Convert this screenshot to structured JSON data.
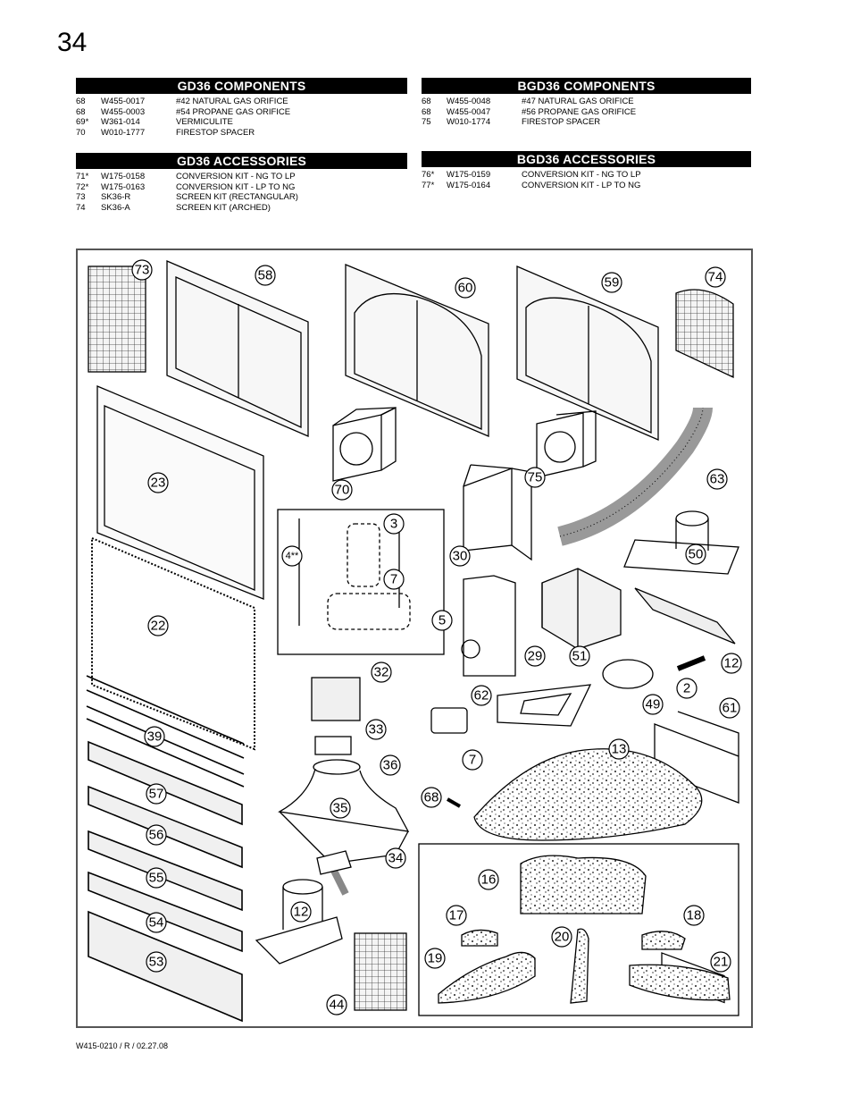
{
  "page_number": "34",
  "gd36_components": {
    "title": "GD36 COMPONENTS",
    "items": [
      {
        "num": "68",
        "code": "W455-0017",
        "desc": "#42 NATURAL GAS ORIFICE"
      },
      {
        "num": "68",
        "code": "W455-0003",
        "desc": "#54 PROPANE GAS ORIFICE"
      },
      {
        "num": "69*",
        "code": "W361-014",
        "desc": "VERMICULITE"
      },
      {
        "num": "70",
        "code": "W010-1777",
        "desc": "FIRESTOP SPACER"
      }
    ]
  },
  "bgd36_components": {
    "title": "BGD36 COMPONENTS",
    "items": [
      {
        "num": "68",
        "code": "W455-0048",
        "desc": "#47  NATURAL GAS ORIFICE"
      },
      {
        "num": "68",
        "code": "W455-0047",
        "desc": "#56  PROPANE GAS ORIFICE"
      },
      {
        "num": "75",
        "code": "W010-1774",
        "desc": "FIRESTOP SPACER"
      }
    ]
  },
  "gd36_accessories": {
    "title": "GD36 ACCESSORIES",
    "items": [
      {
        "num": "71*",
        "code": "W175-0158",
        "desc": "CONVERSION KIT - NG TO LP"
      },
      {
        "num": "72*",
        "code": "W175-0163",
        "desc": "CONVERSION KIT - LP TO NG"
      },
      {
        "num": "73",
        "code": "SK36-R",
        "desc": "SCREEN KIT (RECTANGULAR)"
      },
      {
        "num": "74",
        "code": "SK36-A",
        "desc": "SCREEN KIT (ARCHED)"
      }
    ]
  },
  "bgd36_accessories": {
    "title": "BGD36 ACCESSORIES",
    "items": [
      {
        "num": "76*",
        "code": "W175-0159",
        "desc": "CONVERSION KIT - NG TO LP"
      },
      {
        "num": "77*",
        "code": "W175-0164",
        "desc": "CONVERSION KIT - LP TO NG"
      }
    ]
  },
  "diagram_callouts": [
    "73",
    "58",
    "60",
    "59",
    "74",
    "23",
    "70",
    "75",
    "63",
    "3",
    "4**",
    "7",
    "5",
    "30",
    "50",
    "22",
    "29",
    "51",
    "12",
    "32",
    "62",
    "2",
    "49",
    "61",
    "39",
    "33",
    "7",
    "13",
    "36",
    "57",
    "68",
    "35",
    "56",
    "34",
    "55",
    "16",
    "12",
    "17",
    "18",
    "54",
    "20",
    "19",
    "21",
    "53",
    "44"
  ],
  "footer_code": "W415-0210 / R / 02.27.08"
}
